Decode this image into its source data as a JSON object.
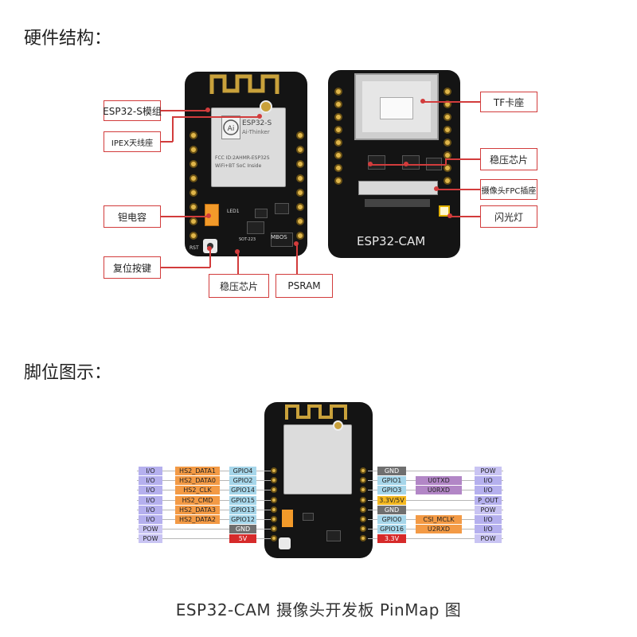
{
  "sections": {
    "hardware_title": "硬件结构：",
    "pinout_title": "脚位图示："
  },
  "callouts": {
    "esp32_module": "ESP32-S模组",
    "ipex": "IPEX天线座",
    "tantalum": "钽电容",
    "reset": "复位按键",
    "regulator_front": "稳压芯片",
    "psram": "PSRAM",
    "tf_slot": "TF卡座",
    "regulator_back": "稳压芯片",
    "fpc": "摄像头FPC插座",
    "flash": "闪光灯"
  },
  "board_text": {
    "module_name": "ESP32-S",
    "module_brand": "Ai-Thinker",
    "module_fcc": "FCC ID:2AHMR-ESP32S",
    "module_soc": "WiFi+BT SoC Inside",
    "back_name": "ESP32-CAM",
    "rst": "RST",
    "led": "LED1",
    "sot": "SOT-223",
    "mem": "MBOS"
  },
  "pinmap": {
    "left_rows": [
      {
        "func": "I/O",
        "alt": "HS2_DATA1",
        "gpio": "GPIO4"
      },
      {
        "func": "I/O",
        "alt": "HS2_DATA0",
        "gpio": "GPIO2"
      },
      {
        "func": "I/O",
        "alt": "HS2_CLK",
        "gpio": "GPIO14"
      },
      {
        "func": "I/O",
        "alt": "HS2_CMD",
        "gpio": "GPIO15"
      },
      {
        "func": "I/O",
        "alt": "HS2_DATA3",
        "gpio": "GPIO13"
      },
      {
        "func": "I/O",
        "alt": "HS2_DATA2",
        "gpio": "GPIO12"
      },
      {
        "func": "POW",
        "alt": "",
        "gpio": "GND"
      },
      {
        "func": "POW",
        "alt": "",
        "gpio": "5V"
      }
    ],
    "right_rows": [
      {
        "pin": "GND",
        "alt": "",
        "func": "POW"
      },
      {
        "pin": "GPIO1",
        "alt": "U0TXD",
        "func": "I/O"
      },
      {
        "pin": "GPIO3",
        "alt": "U0RXD",
        "func": "I/O"
      },
      {
        "pin": "3.3V/5V",
        "alt": "",
        "func": "P_OUT"
      },
      {
        "pin": "GND",
        "alt": "",
        "func": "POW"
      },
      {
        "pin": "GPIO0",
        "alt": "CSI_MCLK",
        "func": "I/O"
      },
      {
        "pin": "GPIO16",
        "alt": "U2RXD",
        "func": "I/O"
      },
      {
        "pin": "3.3V",
        "alt": "",
        "func": "POW"
      }
    ]
  },
  "footer": "ESP32-CAM 摄像头开发板 PinMap 图",
  "colors": {
    "callout_border": "#d23c3c",
    "io": "#b5b0ee",
    "hs2": "#f39a45",
    "gpio": "#a6d6ea",
    "gnd": "#6f6f6f",
    "v5": "#d62a2a",
    "v33": "#f4b820",
    "uart": "#b286c6"
  }
}
